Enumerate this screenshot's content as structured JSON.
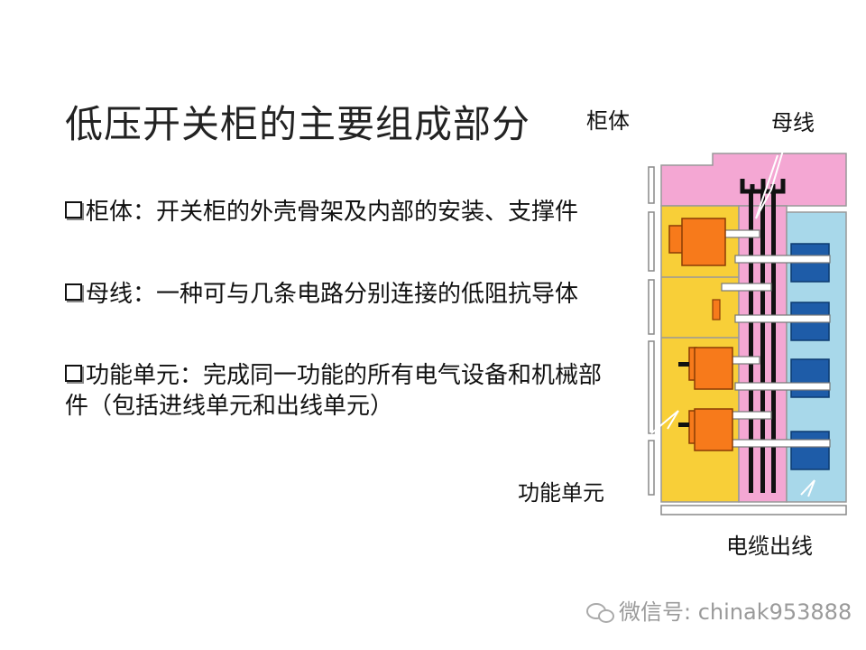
{
  "title": "低压开关柜的主要组成部分",
  "bullets": [
    {
      "text": "柜体：开关柜的外壳骨架及内部的安装、支撑件"
    },
    {
      "text": "母线：一种可与几条电路分别连接的低阻抗导体"
    },
    {
      "text": "功能单元：完成同一功能的所有电气设备和机械部件（包括进线单元和出线单元）"
    }
  ],
  "labels": {
    "cabinet": "柜体",
    "busbar": "母线",
    "functional_unit": "功能单元",
    "cable_outlet": "电缆出线"
  },
  "watermark": "微信号: chinak953888",
  "colors": {
    "cabinet_top": "#f4a7d3",
    "busbar_zone": "#f4a7d3",
    "functional_zone": "#f8cf38",
    "cable_zone": "#a8d8ea",
    "breaker": "#f77a1b",
    "terminal": "#1e5ca8",
    "busbar": "#111111"
  }
}
